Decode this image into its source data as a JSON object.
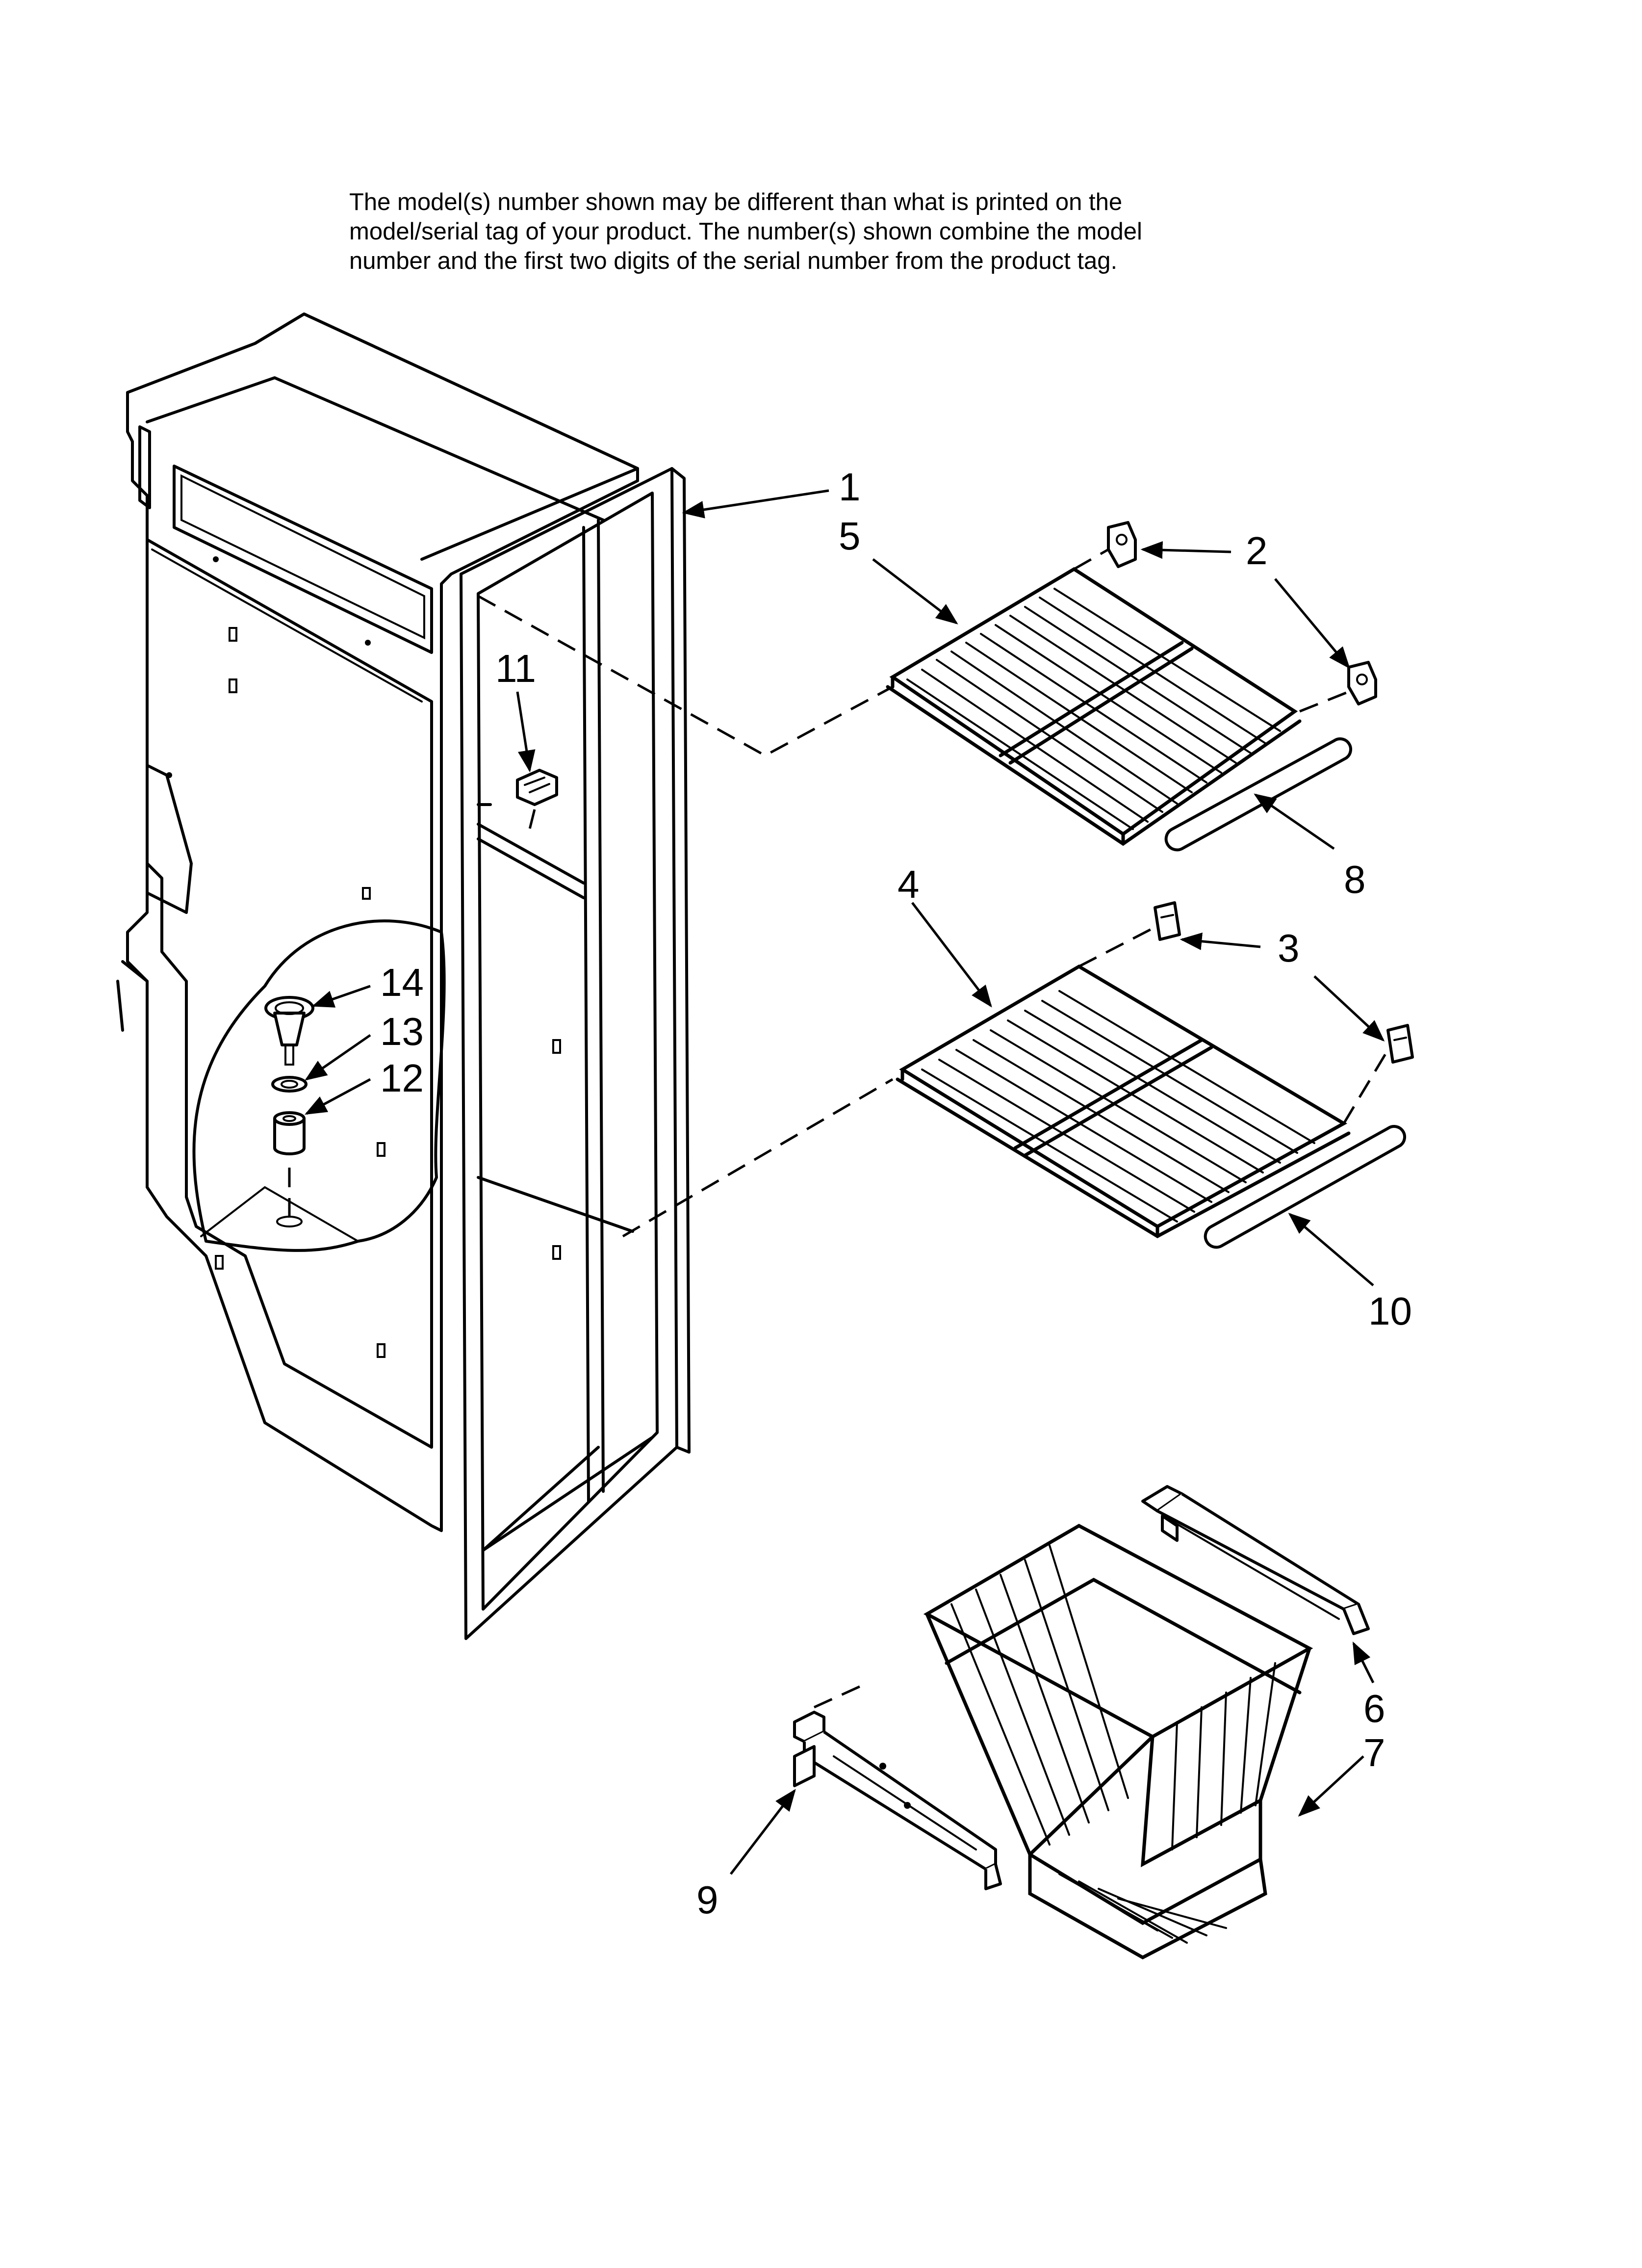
{
  "notice": {
    "lines": [
      "The model(s) number shown may be different than what is printed on the",
      "model/serial tag of your product. The number(s) shown combine the model",
      "number and the first two digits of the serial number from the product tag."
    ]
  },
  "callouts": {
    "c1": "1",
    "c2": "2",
    "c3": "3",
    "c4": "4",
    "c5": "5",
    "c6": "6",
    "c7": "7",
    "c8": "8",
    "c9": "9",
    "c10": "10",
    "c11": "11",
    "c12": "12",
    "c13": "13",
    "c14": "14"
  },
  "colors": {
    "line": "#000000",
    "background": "#ffffff"
  }
}
